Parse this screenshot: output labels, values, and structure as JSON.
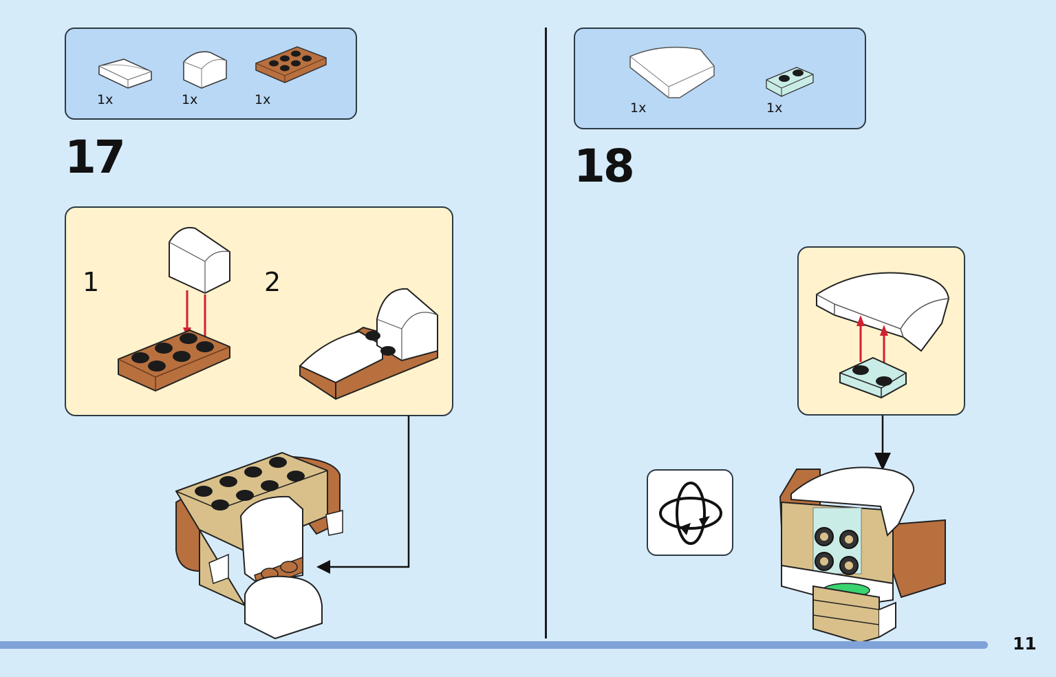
{
  "step17": {
    "number": "17",
    "parts": [
      {
        "qty": "1x",
        "piece": "white-curved-slope-small"
      },
      {
        "qty": "1x",
        "piece": "white-curved-slope-block"
      },
      {
        "qty": "1x",
        "piece": "brown-plate-2x4"
      }
    ],
    "substeps": [
      "1",
      "2"
    ]
  },
  "step18": {
    "number": "18",
    "parts": [
      {
        "qty": "1x",
        "piece": "white-wedge-curved"
      },
      {
        "qty": "1x",
        "piece": "light-aqua-plate-1x2"
      }
    ]
  },
  "page": {
    "number": "11"
  },
  "colors": {
    "background": "#d6ebfa",
    "parts_box": "#b9d8f5",
    "substep_box": "#fff2cc",
    "arrow_red": "#d22030",
    "brick_brown": "#b8703f",
    "brick_tan": "#d9c08b",
    "brick_aqua": "#c9ece6",
    "bottom_bar": "#7fa3d9"
  },
  "icons": [
    "rotate-model-icon"
  ]
}
